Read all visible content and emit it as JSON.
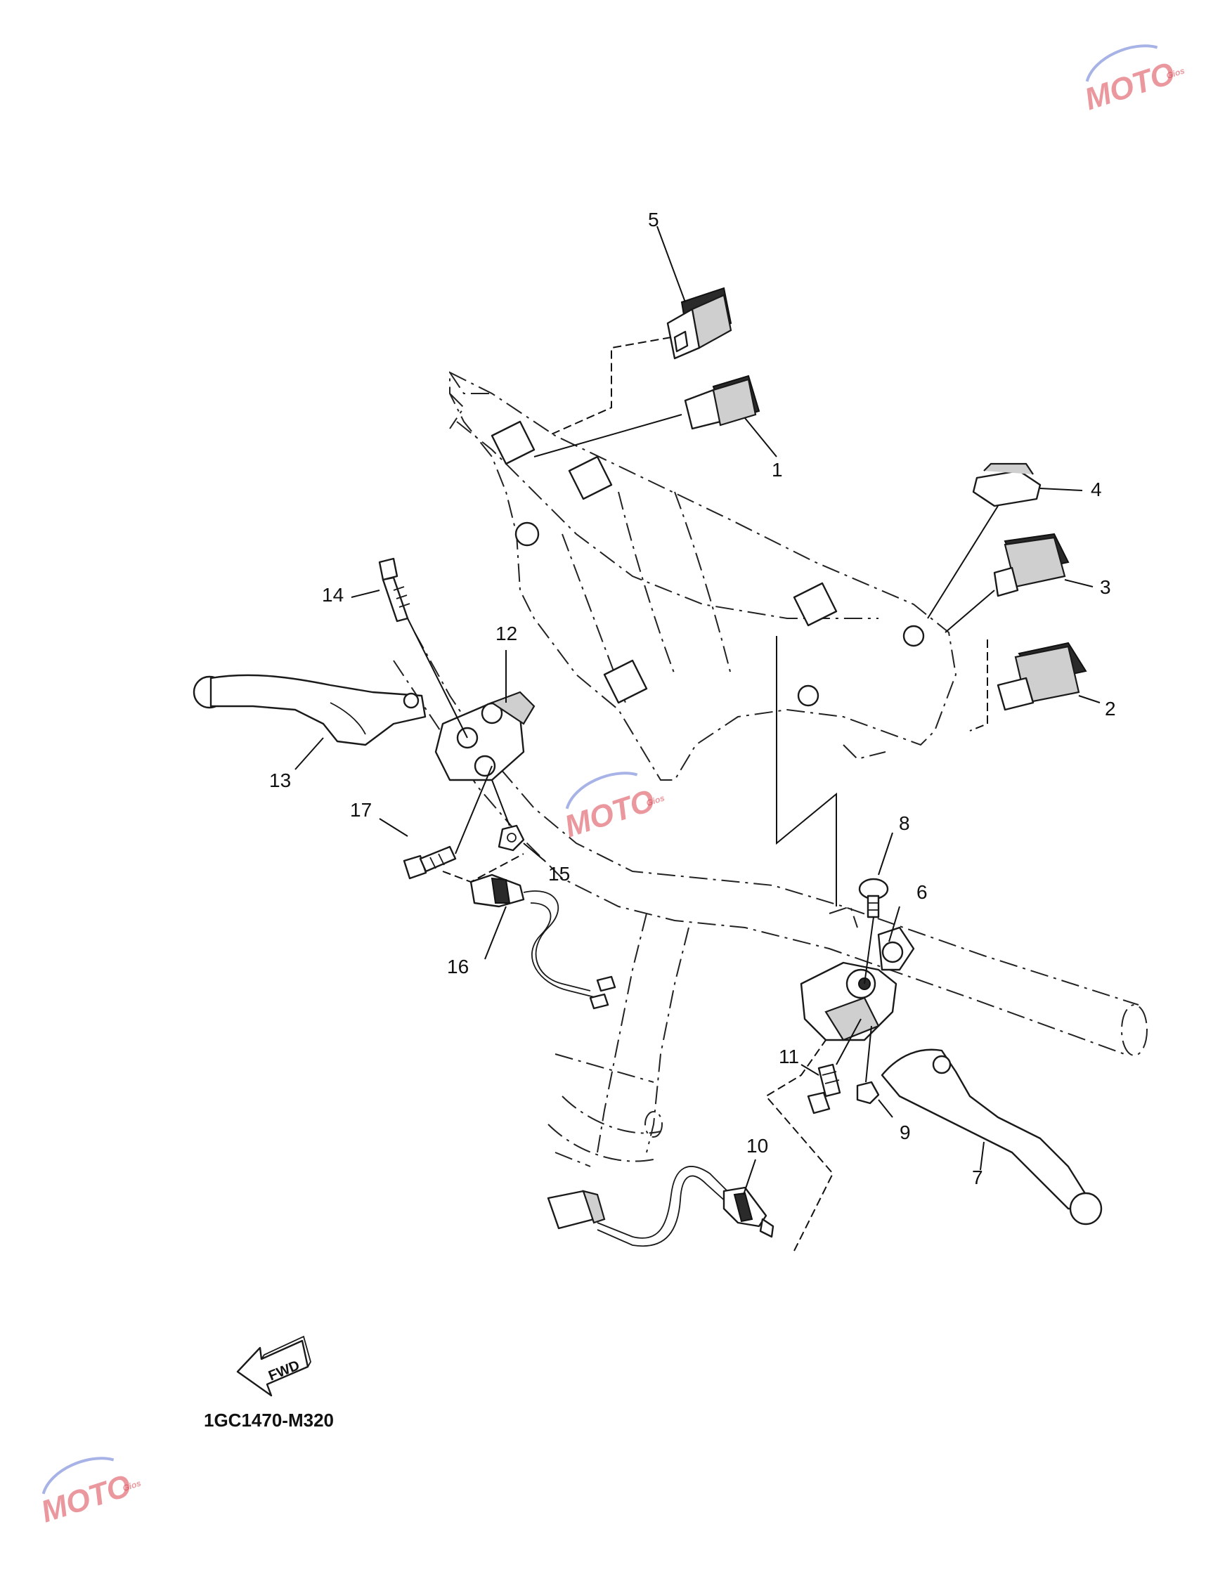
{
  "diagram": {
    "code": "1GC1470-M320",
    "fwd_label": "FWD",
    "callouts": [
      "1",
      "2",
      "3",
      "4",
      "5",
      "6",
      "7",
      "8",
      "9",
      "10",
      "11",
      "12",
      "13",
      "14",
      "15",
      "16",
      "17"
    ]
  },
  "watermark": {
    "logo_text": "MOTO",
    "sub_text": "Gios"
  }
}
